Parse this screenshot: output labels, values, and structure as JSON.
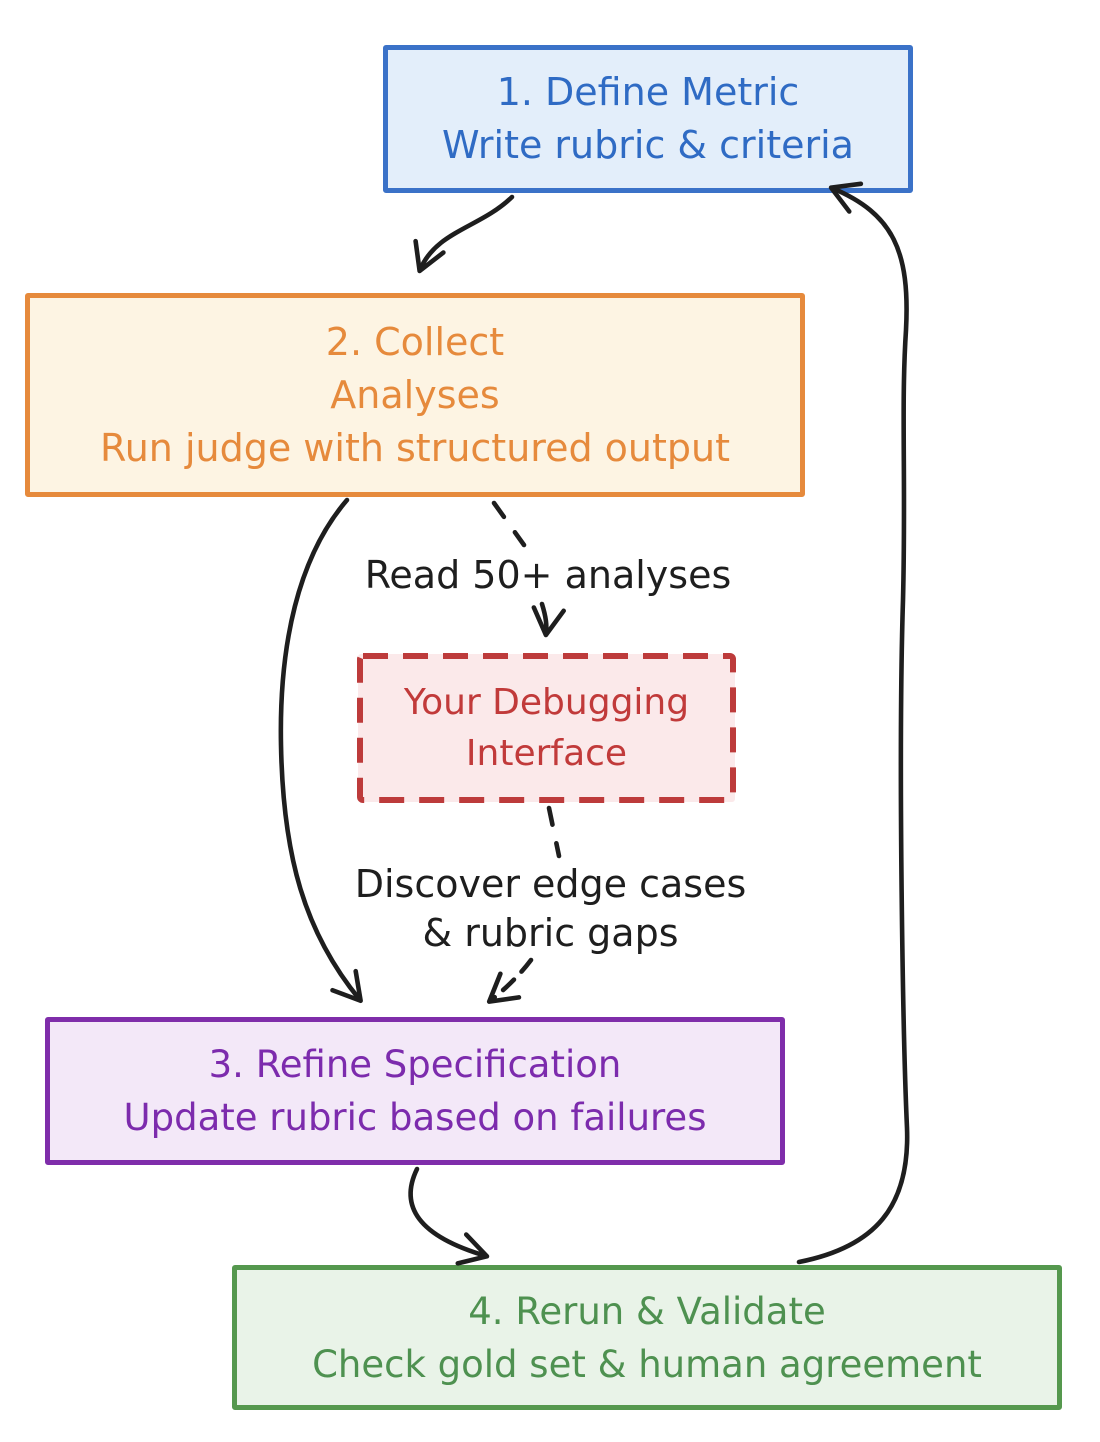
{
  "nodes": {
    "define_metric": {
      "lines": [
        "1. Define Metric",
        "Write rubric & criteria"
      ],
      "border": "#3b72c8",
      "fill": "#e3eefa",
      "text_color": "#2f6bc4"
    },
    "collect_analyses": {
      "lines": [
        "2. Collect",
        "Analyses",
        "Run judge with structured output"
      ],
      "border": "#e68a3c",
      "fill": "#fdf4e3",
      "text_color": "#e68a3c"
    },
    "debugging_interface": {
      "lines": [
        "Your Debugging",
        "Interface"
      ],
      "border": "#bd3b3b",
      "border_style": "dashed",
      "fill": "#fbe9ea",
      "text_color": "#c13a3a"
    },
    "refine_specification": {
      "lines": [
        "3. Refine Specification",
        "Update rubric based on failures"
      ],
      "border": "#7f2daa",
      "fill": "#f3e8f8",
      "text_color": "#7c2bad"
    },
    "rerun_validate": {
      "lines": [
        "4. Rerun & Validate",
        "Check gold set & human agreement"
      ],
      "border": "#55984e",
      "fill": "#e9f3e8",
      "text_color": "#4e9150"
    }
  },
  "edge_labels": {
    "read_analyses": "Read 50+ analyses",
    "discover_line1": "Discover edge cases",
    "discover_line2": "& rubric gaps"
  },
  "arrow_color": "#1e1e1e",
  "background": "#ffffff"
}
